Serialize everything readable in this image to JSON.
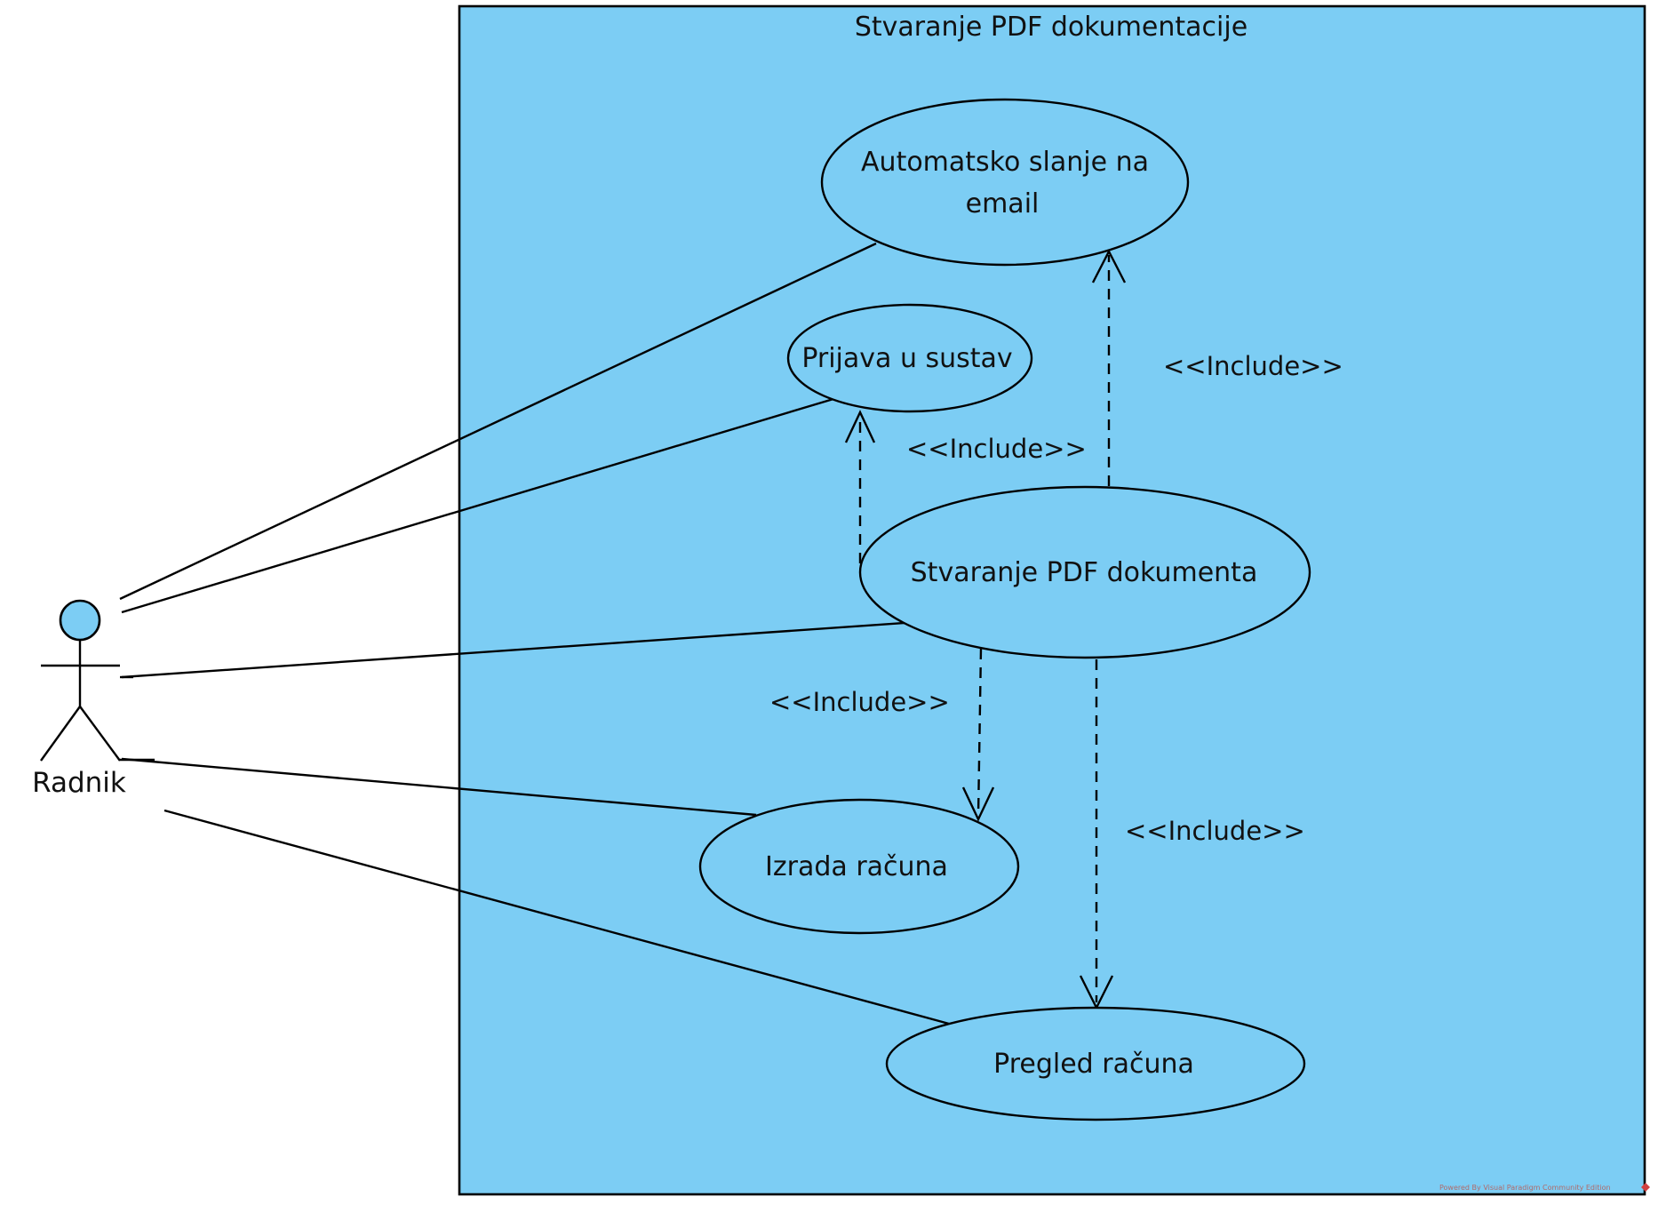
{
  "colors": {
    "fill": "#7ccdf4",
    "stroke": "#000000"
  },
  "system": {
    "title": "Stvaranje PDF dokumentacije"
  },
  "actor": {
    "name": "Radnik"
  },
  "use_cases": {
    "email_line1": "Automatsko slanje na",
    "email_line2": "email",
    "login": "Prijava u sustav",
    "create_pdf": "Stvaranje PDF dokumenta",
    "invoice_create": "Izrada računa",
    "invoice_review": "Pregled računa"
  },
  "relations": {
    "include_email": "<<Include>>",
    "include_login": "<<Include>>",
    "include_invoice_create": "<<Include>>",
    "include_invoice_review": "<<Include>>"
  },
  "watermark": "Powered By Visual Paradigm Community Edition"
}
